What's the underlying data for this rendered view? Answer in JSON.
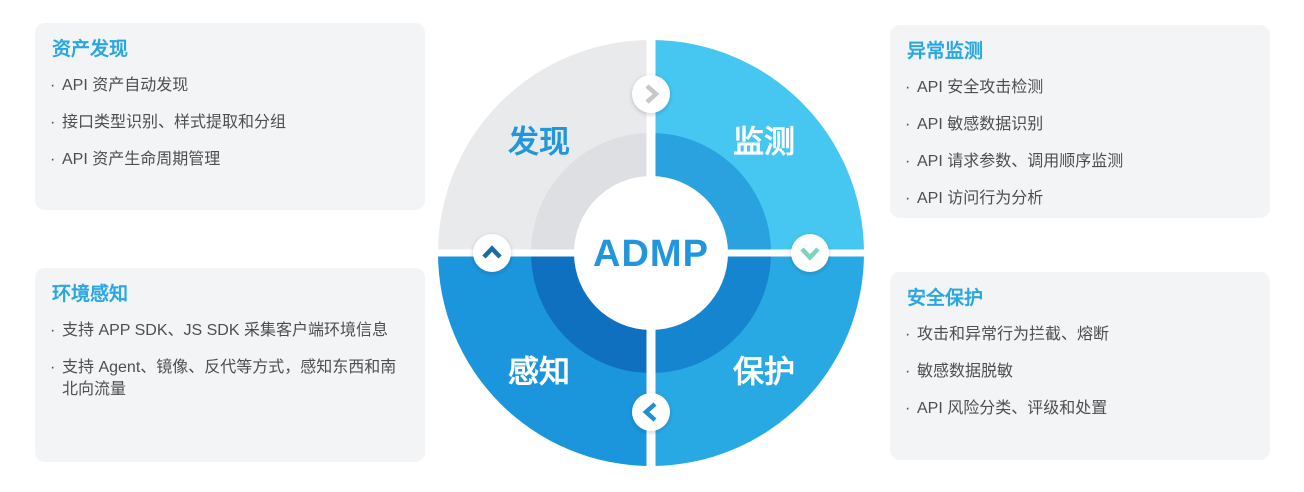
{
  "bullet": "·",
  "wheel": {
    "center_label": "ADMP",
    "center_label_color": "#2196dd",
    "center_bg": "#ffffff",
    "quadrants": [
      {
        "id": "discovery",
        "label": "发现",
        "label_color": "#2196d8",
        "outer_color": "#e9eaec",
        "inner_color": "#dddfe2"
      },
      {
        "id": "monitoring",
        "label": "监测",
        "label_color": "#ffffff",
        "outer_color": "#45c7f1",
        "inner_color": "#2aa2df"
      },
      {
        "id": "perception",
        "label": "感知",
        "label_color": "#ffffff",
        "outer_color": "#1b96dc",
        "inner_color": "#1070c0"
      },
      {
        "id": "protection",
        "label": "保护",
        "label_color": "#ffffff",
        "outer_color": "#29a9e4",
        "inner_color": "#1685cf"
      }
    ],
    "arrows": [
      {
        "position": "top",
        "direction": "right",
        "color": "#c6c7cb"
      },
      {
        "position": "right",
        "direction": "down",
        "color": "#7ed3c0"
      },
      {
        "position": "bottom",
        "direction": "left",
        "color": "#1f8ed6"
      },
      {
        "position": "left",
        "direction": "up",
        "color": "#1b6ca6"
      }
    ]
  },
  "panels": [
    {
      "id": "asset-discovery",
      "title": "资产发现",
      "items": [
        "API 资产自动发现",
        "接口类型识别、样式提取和分组",
        "API 资产生命周期管理"
      ]
    },
    {
      "id": "anomaly-monitoring",
      "title": "异常监测",
      "items": [
        "API 安全攻击检测",
        "API 敏感数据识别",
        "API 请求参数、调用顺序监测",
        "API 访问行为分析"
      ]
    },
    {
      "id": "environment-perception",
      "title": "环境感知",
      "items": [
        "支持 APP SDK、JS SDK 采集客户端环境信息",
        "支持 Agent、镜像、反代等方式，感知东西和南北向流量"
      ]
    },
    {
      "id": "security-protection",
      "title": "安全保护",
      "items": [
        "攻击和异常行为拦截、熔断",
        "敏感数据脱敏",
        "API 风险分类、评级和处置"
      ]
    }
  ],
  "style_colors": {
    "panel_bg": "#f3f4f6",
    "title_color": "#29a7e1",
    "body_color": "#4e4e50",
    "background": "#ffffff"
  }
}
